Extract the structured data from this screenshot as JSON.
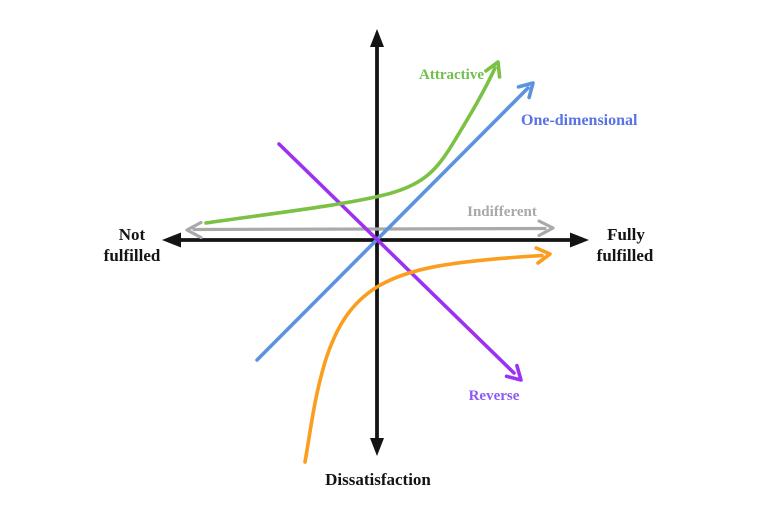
{
  "diagram": {
    "background": "#ffffff",
    "axis_color": "#141414",
    "x_axis": {
      "left_label": {
        "line1": "Not",
        "line2": "fulfilled"
      },
      "right_label": {
        "line1": "Fully",
        "line2": "fulfilled"
      }
    },
    "y_axis": {
      "bottom_label": "Dissatisfaction"
    },
    "curves": {
      "attractive": {
        "label": "Attractive",
        "line_color": "#7bc143",
        "label_color": "#6fbf4b"
      },
      "one_dimensional": {
        "label": "One-dimensional",
        "line_color": "#5b93dc",
        "label_color": "#5873e6"
      },
      "indifferent": {
        "label": "Indifferent",
        "line_color": "#a9a9a9",
        "label_color": "#a9a9a9"
      },
      "reverse": {
        "label": "Reverse",
        "line_color": "#9c31f2",
        "label_color": "#8c5bf4"
      },
      "must_be": {
        "line_color": "#fb9d1d"
      }
    }
  }
}
